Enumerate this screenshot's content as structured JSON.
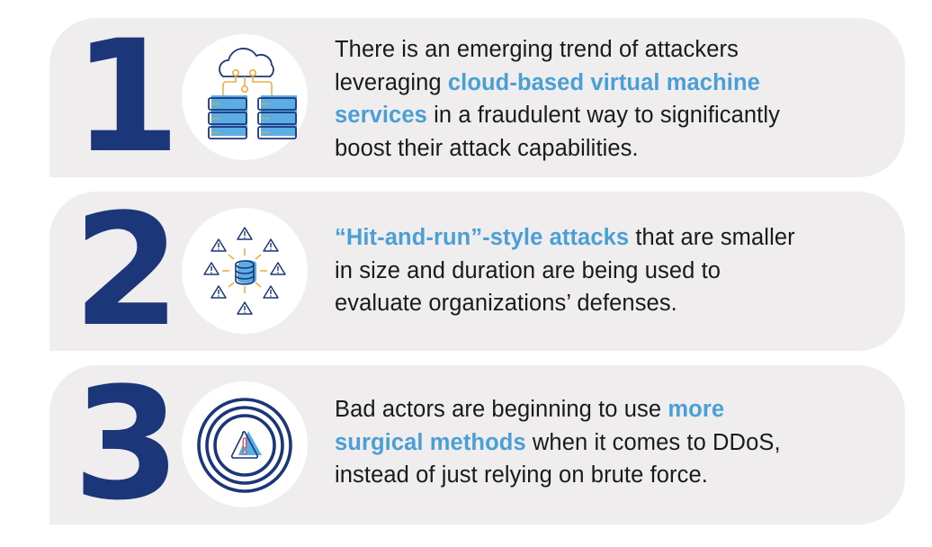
{
  "colors": {
    "card_bg": "#efedee",
    "number": "#1b3679",
    "highlight": "#4a9fd4",
    "text": "#1a1a1a",
    "icon_accent": "#f0ad3e",
    "icon_fill": "#5aaee3",
    "alert_red": "#e0484a"
  },
  "items": [
    {
      "number": "1",
      "icon": "cloud-servers-icon",
      "lines": [
        [
          {
            "t": "There is an emerging trend of attackers",
            "h": false
          }
        ],
        [
          {
            "t": "leveraging ",
            "h": false
          },
          {
            "t": "cloud-based virtual machine",
            "h": true
          }
        ],
        [
          {
            "t": "services",
            "h": true
          },
          {
            "t": " in a fraudulent way to significantly",
            "h": false
          }
        ],
        [
          {
            "t": "boost their attack capabilities.",
            "h": false
          }
        ]
      ]
    },
    {
      "number": "2",
      "icon": "database-warnings-icon",
      "lines": [
        [
          {
            "t": "“Hit-and-run”-style attacks",
            "h": true
          },
          {
            "t": " that are smaller",
            "h": false
          }
        ],
        [
          {
            "t": "in size and duration are being used to",
            "h": false
          }
        ],
        [
          {
            "t": "evaluate organizations’ defenses.",
            "h": false
          }
        ]
      ]
    },
    {
      "number": "3",
      "icon": "targeted-alert-icon",
      "lines": [
        [
          {
            "t": "Bad actors are beginning to use ",
            "h": false
          },
          {
            "t": "more",
            "h": true
          }
        ],
        [
          {
            "t": "surgical methods",
            "h": true
          },
          {
            "t": " when it comes to DDoS,",
            "h": false
          }
        ],
        [
          {
            "t": "instead of just relying on brute force.",
            "h": false
          }
        ]
      ]
    }
  ]
}
